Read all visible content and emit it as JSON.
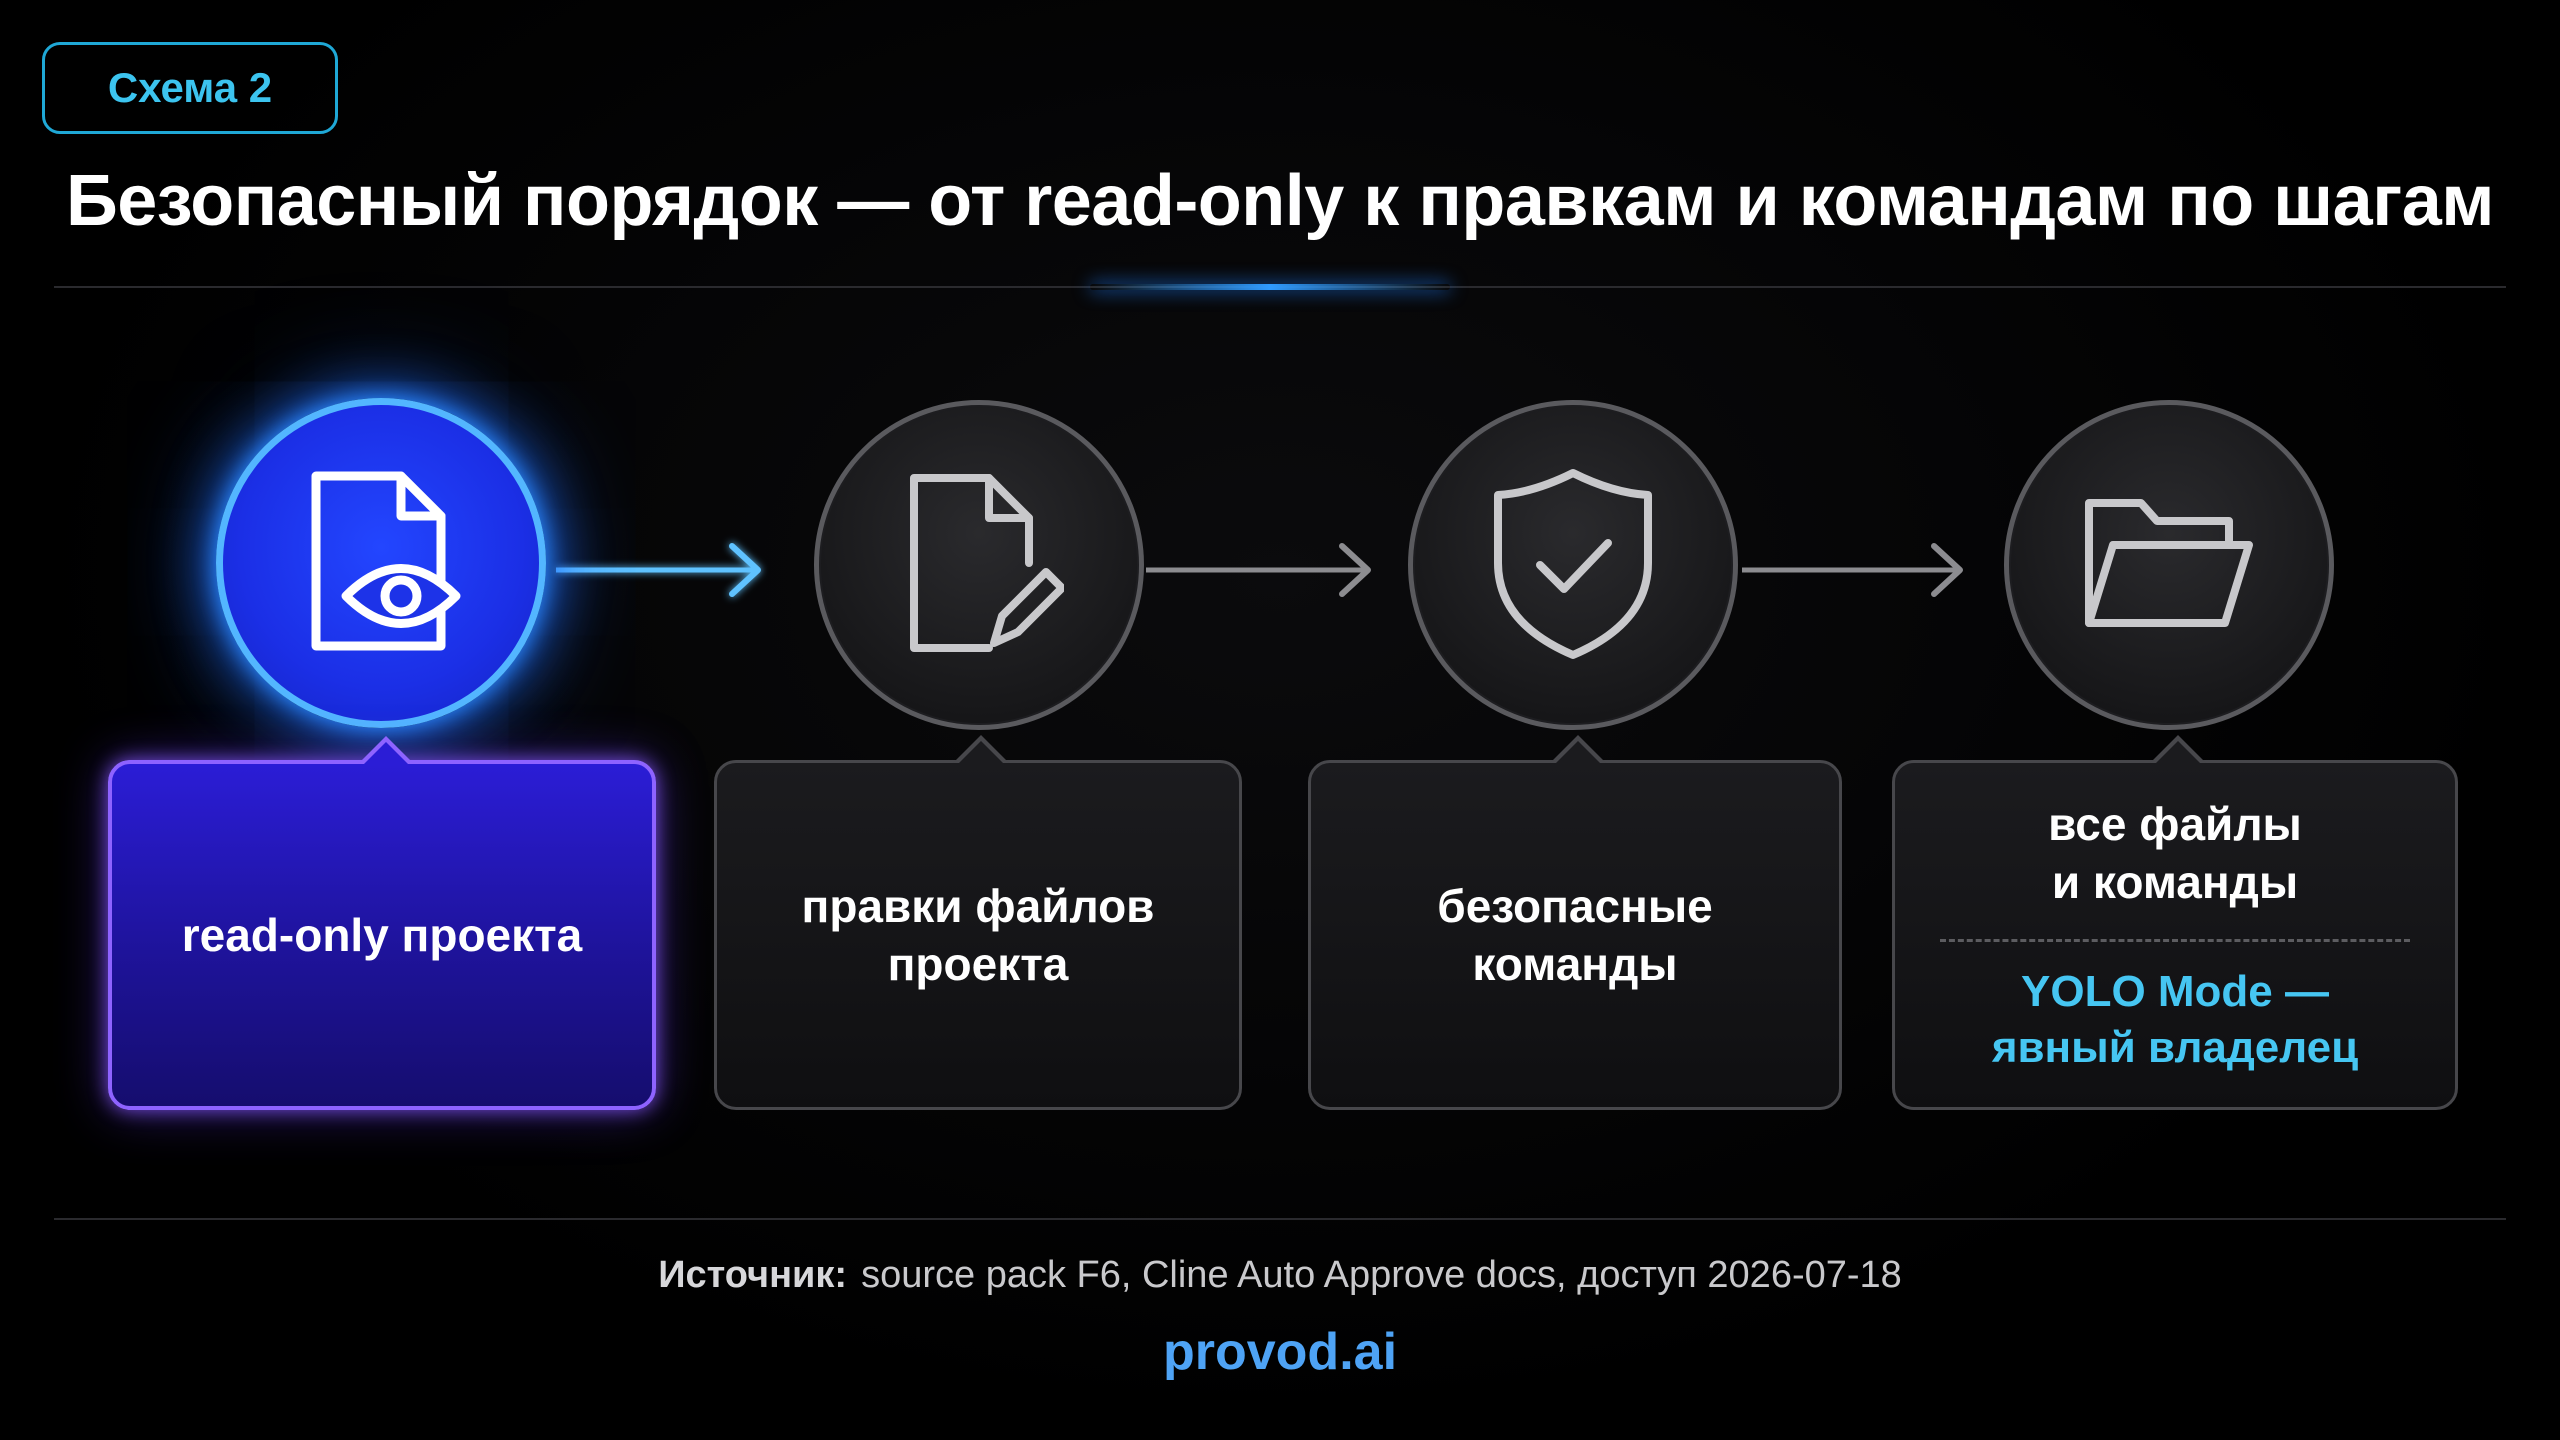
{
  "badge": {
    "label": "Схема 2"
  },
  "title": "Безопасный порядок — от read-only к правкам и командам по шагам",
  "steps": [
    {
      "icon": "document-eye-icon",
      "label": "read-only проекта",
      "state": "active"
    },
    {
      "icon": "document-edit-icon",
      "label": "правки файлов\nпроекта",
      "state": "inactive"
    },
    {
      "icon": "shield-check-icon",
      "label": "безопасные\nкоманды",
      "state": "inactive"
    },
    {
      "icon": "folder-open-icon",
      "label": "все файлы\nи команды",
      "note": "YOLO Mode —\nявный владелец",
      "state": "inactive"
    }
  ],
  "footer": {
    "source_label": "Источник:",
    "source_text": "source pack F6, Cline Auto Approve docs, доступ 2026-07-18",
    "brand": "provod.ai"
  },
  "colors": {
    "background": "#000000",
    "accent_blue": "#2f9bff",
    "active_circle": "#1b2fe6",
    "active_box_border": "#8e63ff",
    "note_cyan": "#46c6f2",
    "badge_cyan": "#1fa8d6",
    "brand_blue": "#4ea3f5"
  }
}
